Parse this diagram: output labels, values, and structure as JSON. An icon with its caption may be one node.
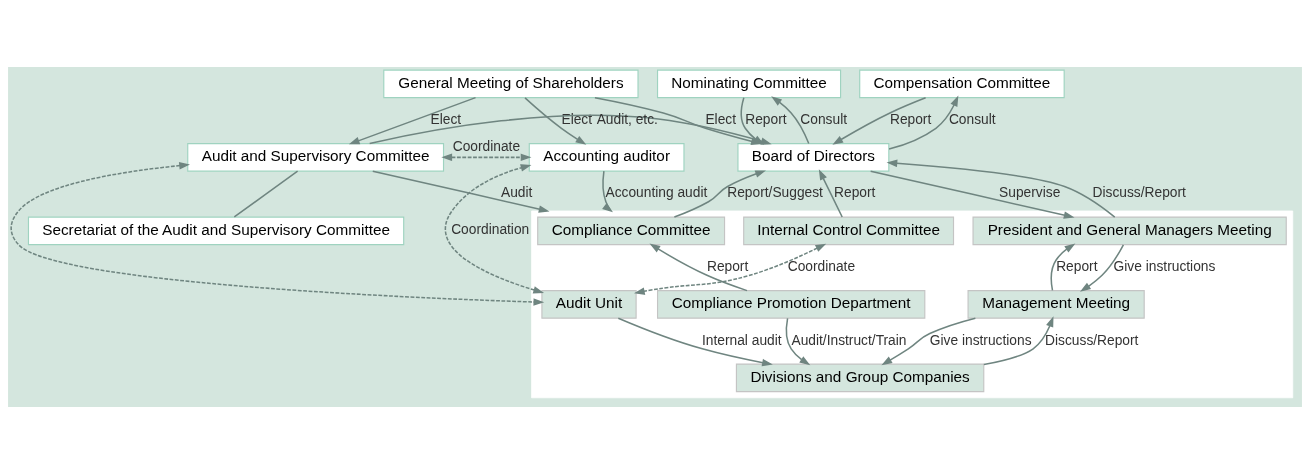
{
  "diagram": {
    "nodes": [
      {
        "text": [
          "General Meeting of Shareholders"
        ]
      },
      {
        "text": [
          "Nominating Committee"
        ]
      },
      {
        "text": [
          "Compensation Committee"
        ]
      },
      {
        "text": [
          "Board of Directors"
        ]
      },
      {
        "text": [
          "Audit and Supervisory Committee"
        ]
      },
      {
        "text": [
          "Accounting auditor"
        ]
      },
      {
        "text": [
          "Secretariat of the Audit and Supervisory Committee"
        ]
      },
      {
        "text": [],
        "shape": "box"
      },
      {
        "text": [
          "Compliance Committee"
        ],
        "in": 7
      },
      {
        "text": [
          "President and General Managers Meeting"
        ],
        "in": 7
      },
      {
        "text": [
          "Internal Control Committee"
        ],
        "in": 7
      },
      {
        "text": [
          "Management Meeting"
        ],
        "in": 7
      },
      {
        "text": [
          "Compliance Promotion Department"
        ],
        "in": 7
      },
      {
        "text": [
          "Audit Unit"
        ],
        "in": 7
      },
      {
        "text": [
          "Divisions and Group Companies"
        ],
        "in": 7
      }
    ],
    "edges": [
      {
        "from": 0,
        "to": 3,
        "arrow": "to",
        "label": "Elect"
      },
      {
        "from": 0,
        "to": 4,
        "arrow": "to",
        "label": "Elect"
      },
      {
        "from": 0,
        "to": 5,
        "arrow": "to",
        "label": "Elect"
      },
      {
        "from": 3,
        "to": 1,
        "arrow": "to",
        "label": "Consult"
      },
      {
        "from": 1,
        "to": 3,
        "arrow": "to",
        "label": "Report"
      },
      {
        "from": 3,
        "to": 2,
        "arrow": "to",
        "label": "Consult"
      },
      {
        "from": 2,
        "to": 3,
        "arrow": "to",
        "label": "Report"
      },
      {
        "from": 4,
        "to": 3,
        "arrow": "to",
        "label": "Audit, etc."
      },
      {
        "from": 4,
        "to": 5,
        "arrow": "both",
        "label": "Coordinate",
        "style": "dashed"
      },
      {
        "from": 4,
        "to": 13,
        "arrow": "both",
        "style": "dashed"
      },
      {
        "from": 4,
        "to": 6,
        "arrow": "none"
      },
      {
        "from": 4,
        "to": 7,
        "arrow": "to",
        "label": "Audit"
      },
      {
        "from": 8,
        "to": 3,
        "arrow": "to",
        "label": "Report/Suggest"
      },
      {
        "from": 3,
        "to": 9,
        "arrow": "to",
        "label": "Supervise"
      },
      {
        "from": 9,
        "to": 3,
        "arrow": "to",
        "label": "Discuss/Report"
      },
      {
        "from": 10,
        "to": 3,
        "arrow": "to",
        "label": "Report"
      },
      {
        "from": 9,
        "to": 11,
        "arrow": "to",
        "label": "Give instructions"
      },
      {
        "from": 11,
        "to": 9,
        "arrow": "to",
        "label": "Report"
      },
      {
        "from": 11,
        "to": 14,
        "arrow": "to",
        "label": "Give instructions"
      },
      {
        "from": 14,
        "to": 11,
        "arrow": "to",
        "label": "Discuss/Report"
      },
      {
        "from": 12,
        "to": 8,
        "arrow": "to",
        "label": "Report"
      },
      {
        "from": 12,
        "to": 14,
        "arrow": "to",
        "label": "Audit/Instruct/Train"
      },
      {
        "from": 13,
        "to": 14,
        "arrow": "to",
        "label": "Internal audit"
      },
      {
        "from": 10,
        "to": 13,
        "arrow": "both",
        "label": "Coordinate",
        "style": "dashed"
      },
      {
        "from": 13,
        "to": 5,
        "arrow": "both",
        "label": "Coordination",
        "style": "dashed"
      },
      {
        "from": 5,
        "to": 7,
        "arrow": "to",
        "label": "Accounting audit"
      }
    ]
  }
}
